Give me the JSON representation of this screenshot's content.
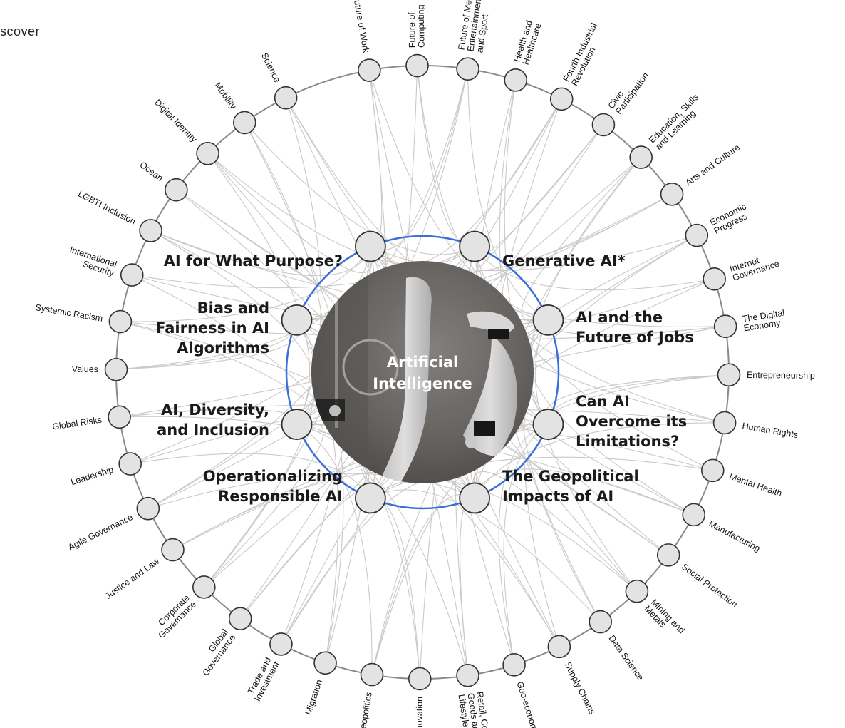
{
  "header": {
    "discover_label": "scover"
  },
  "center": {
    "lines": [
      "Artificial",
      "Intelligence"
    ]
  },
  "colors": {
    "inner_ring": "#3b6fd8",
    "outer_ring": "#8a8a8a",
    "node_fill": "#e3e3e3",
    "node_stroke": "#333333",
    "links": "#c9c9c9"
  },
  "themes": [
    {
      "id": "ai-for-what-purpose",
      "lines": [
        "AI for What Purpose?"
      ]
    },
    {
      "id": "generative-ai",
      "lines": [
        "Generative AI*"
      ]
    },
    {
      "id": "ai-and-the-future-of-jobs",
      "lines": [
        "AI and the",
        "Future of Jobs"
      ]
    },
    {
      "id": "can-ai-overcome-its-limitations",
      "lines": [
        "Can AI",
        "Overcome its",
        "Limitations?"
      ]
    },
    {
      "id": "the-geopolitical-impacts-of-ai",
      "lines": [
        "The Geopolitical",
        "Impacts of AI"
      ]
    },
    {
      "id": "operationalizing-responsible-ai",
      "lines": [
        "Operationalizing",
        "Responsible AI"
      ]
    },
    {
      "id": "ai-diversity-and-inclusion",
      "lines": [
        "AI, Diversity,",
        "and Inclusion"
      ]
    },
    {
      "id": "bias-and-fairness-in-ai-algorithms",
      "lines": [
        "Bias and",
        "Fairness in AI",
        "Algorithms"
      ]
    }
  ],
  "topics": [
    {
      "id": "future-of-work",
      "lines": [
        "Future of Work"
      ]
    },
    {
      "id": "future-of-computing",
      "lines": [
        "Future of",
        "Computing"
      ]
    },
    {
      "id": "future-of-media",
      "lines": [
        "Future of Media,",
        "Entertainment",
        "and Sport"
      ]
    },
    {
      "id": "health-and-healthcare",
      "lines": [
        "Health and",
        "Healthcare"
      ]
    },
    {
      "id": "fourth-industrial-revolution",
      "lines": [
        "Fourth Industrial",
        "Revolution"
      ]
    },
    {
      "id": "civic-participation",
      "lines": [
        "Civic",
        "Participation"
      ]
    },
    {
      "id": "education-skills-and-learning",
      "lines": [
        "Education, Skills",
        "and Learning"
      ]
    },
    {
      "id": "arts-and-culture",
      "lines": [
        "Arts and Culture"
      ]
    },
    {
      "id": "economic-progress",
      "lines": [
        "Economic",
        "Progress"
      ]
    },
    {
      "id": "internet-governance",
      "lines": [
        "Internet",
        "Governance"
      ]
    },
    {
      "id": "the-digital-economy",
      "lines": [
        "The Digital",
        "Economy"
      ]
    },
    {
      "id": "entrepreneurship",
      "lines": [
        "Entrepreneurship"
      ]
    },
    {
      "id": "human-rights",
      "lines": [
        "Human Rights"
      ]
    },
    {
      "id": "mental-health",
      "lines": [
        "Mental Health"
      ]
    },
    {
      "id": "manufacturing",
      "lines": [
        "Manufacturing"
      ]
    },
    {
      "id": "social-protection",
      "lines": [
        "Social Protection"
      ]
    },
    {
      "id": "mining-and-metals",
      "lines": [
        "Mining and",
        "Metals"
      ]
    },
    {
      "id": "data-science",
      "lines": [
        "Data Science"
      ]
    },
    {
      "id": "supply-chains",
      "lines": [
        "Supply Chains"
      ]
    },
    {
      "id": "geo-economics",
      "lines": [
        "Geo-economics"
      ]
    },
    {
      "id": "retail-consumer-goods-and-lifestyle",
      "lines": [
        "Retail, Consumer",
        "Goods and",
        "Lifestyle"
      ]
    },
    {
      "id": "innovation",
      "lines": [
        "Innovation"
      ]
    },
    {
      "id": "geopolitics",
      "lines": [
        "Geopolitics"
      ]
    },
    {
      "id": "migration",
      "lines": [
        "Migration"
      ]
    },
    {
      "id": "trade-and-investment",
      "lines": [
        "Trade and",
        "Investment"
      ]
    },
    {
      "id": "global-governance",
      "lines": [
        "Global",
        "Governance"
      ]
    },
    {
      "id": "corporate-governance",
      "lines": [
        "Corporate",
        "Governance"
      ]
    },
    {
      "id": "justice-and-law",
      "lines": [
        "Justice and Law"
      ]
    },
    {
      "id": "agile-governance",
      "lines": [
        "Agile Governance"
      ]
    },
    {
      "id": "leadership",
      "lines": [
        "Leadership"
      ]
    },
    {
      "id": "global-risks",
      "lines": [
        "Global Risks"
      ]
    },
    {
      "id": "values",
      "lines": [
        "Values"
      ]
    },
    {
      "id": "systemic-racism",
      "lines": [
        "Systemic Racism"
      ]
    },
    {
      "id": "international-security",
      "lines": [
        "International",
        "Security"
      ]
    },
    {
      "id": "lgbti-inclusion",
      "lines": [
        "LGBTI Inclusion"
      ]
    },
    {
      "id": "ocean",
      "lines": [
        "Ocean"
      ]
    },
    {
      "id": "digital-identity",
      "lines": [
        "Digital Identity"
      ]
    },
    {
      "id": "mobility",
      "lines": [
        "Mobility"
      ]
    },
    {
      "id": "science",
      "lines": [
        "Science"
      ]
    }
  ]
}
